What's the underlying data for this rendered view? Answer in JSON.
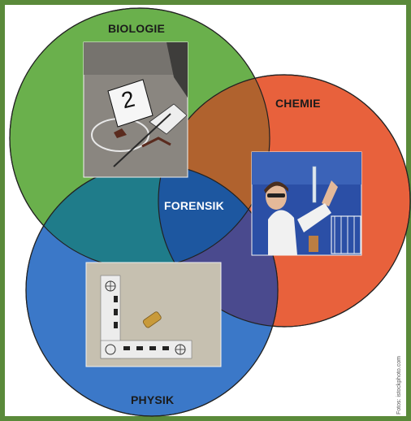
{
  "diagram": {
    "circles": [
      {
        "id": "biologie",
        "label": "BIOLOGIE",
        "color": "#6ab04c"
      },
      {
        "id": "chemie",
        "label": "CHEMIE",
        "color": "#e8613c"
      },
      {
        "id": "physik",
        "label": "PHYSIK",
        "color": "#3b78c8"
      }
    ],
    "center_label": "FORENSIK",
    "photos": {
      "biologie": {
        "marker_number": "2"
      }
    },
    "credit": "Fotos: istockphoto.com"
  }
}
